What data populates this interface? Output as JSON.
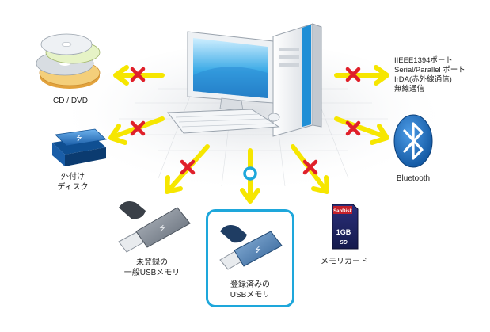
{
  "colors": {
    "arrow": "#f6e600",
    "blocked": "#e0202a",
    "allowed": "#1ea7db",
    "frame": "#1ea7db"
  },
  "center": {
    "device": "desktop-pc",
    "icon": "computer-icon"
  },
  "devices": {
    "cd_dvd": {
      "label": "CD / DVD",
      "status": "blocked",
      "icon": "cd-dvd-icon"
    },
    "external_disk": {
      "label_line1": "外付け",
      "label_line2": "ディスク",
      "status": "blocked",
      "icon": "external-disk-icon"
    },
    "unregistered_usb": {
      "label_line1": "未登録の",
      "label_line2": "一般USBメモリ",
      "status": "blocked",
      "icon": "usb-memory-icon"
    },
    "registered_usb": {
      "label_line1": "登録済みの",
      "label_line2": "USBメモリ",
      "status": "allowed",
      "icon": "usb-memory-icon"
    },
    "memory_card": {
      "label": "メモリカード",
      "status": "blocked",
      "icon": "sd-card-icon",
      "card_brand": "SanDisk",
      "card_capacity": "1GB",
      "card_logo": "SD"
    },
    "bluetooth": {
      "label": "Bluetooth",
      "status": "blocked",
      "icon": "bluetooth-icon"
    },
    "ports": {
      "status": "blocked",
      "lines": [
        "IIEEE1394ポート",
        "Serial/Parallel ポート",
        "IrDA(赤外線通信)",
        "無線通信"
      ]
    }
  }
}
